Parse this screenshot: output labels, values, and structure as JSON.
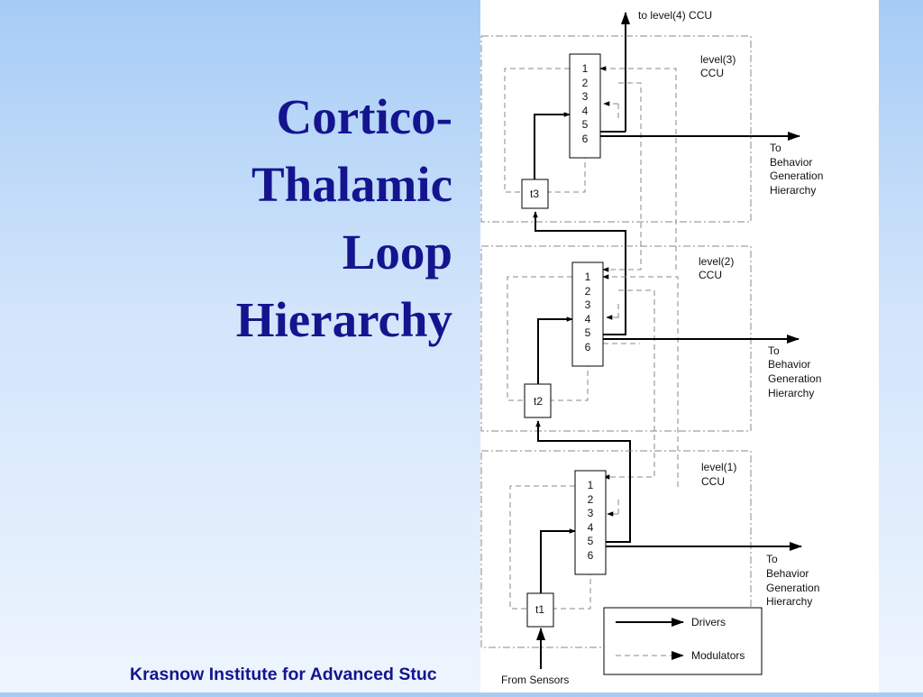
{
  "title": {
    "lines": [
      "Cortico-",
      "Thalamic",
      "Loop",
      "Hierarchy"
    ]
  },
  "footer": {
    "text": "Krasnow Institute for Advanced Stuc"
  },
  "diagram": {
    "top_output": "to level(4) CCU",
    "input_label": "From Sensors",
    "behavior_label_lines": [
      "To",
      "Behavior",
      "Generation",
      "Hierarchy"
    ],
    "levels": [
      {
        "name_lines": [
          "level(3)",
          "CCU"
        ],
        "thalamus": "t3",
        "layers": [
          "1",
          "2",
          "3",
          "4",
          "5",
          "6"
        ]
      },
      {
        "name_lines": [
          "level(2)",
          "CCU"
        ],
        "thalamus": "t2",
        "layers": [
          "1",
          "2",
          "3",
          "4",
          "5",
          "6"
        ]
      },
      {
        "name_lines": [
          "level(1)",
          "CCU"
        ],
        "thalamus": "t1",
        "layers": [
          "1",
          "2",
          "3",
          "4",
          "5",
          "6"
        ]
      }
    ],
    "legend": {
      "drivers": "Drivers",
      "modulators": "Modulators"
    }
  }
}
